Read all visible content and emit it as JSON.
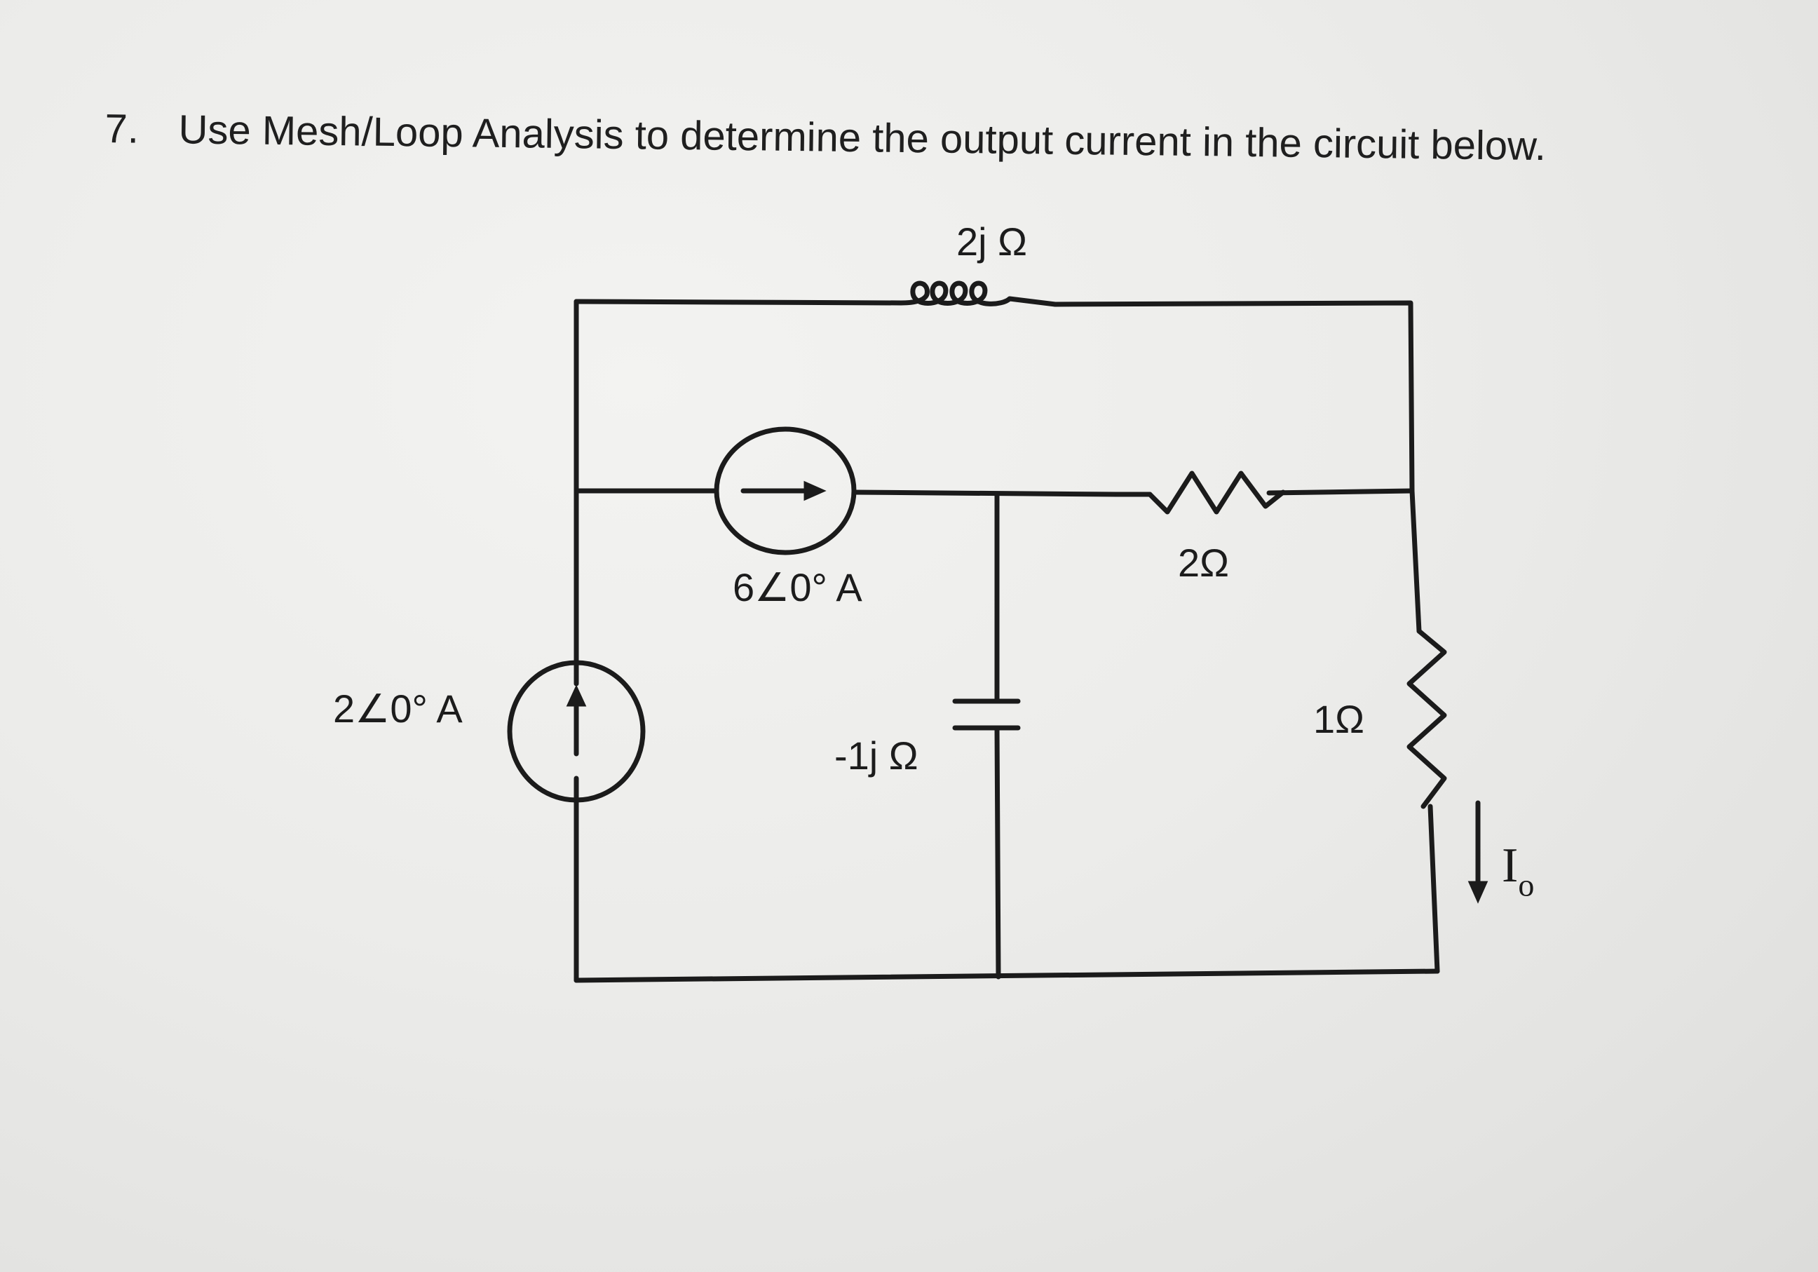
{
  "question": {
    "number": "7.",
    "text": "Use Mesh/Loop Analysis to determine the output current in the circuit below."
  },
  "circuit": {
    "inductor_label": "2j Ω",
    "current_source_top_label": "6∠0° A",
    "current_source_left_label": "2∠0° A",
    "capacitor_label": "-1j Ω",
    "resistor_2_label": "2Ω",
    "resistor_1_label": "1Ω",
    "output_current_label": "I",
    "output_current_subscript": "o"
  },
  "colors": {
    "wire": "#1b1b1b",
    "text": "#1f1f1f",
    "paper": "#ececea"
  }
}
